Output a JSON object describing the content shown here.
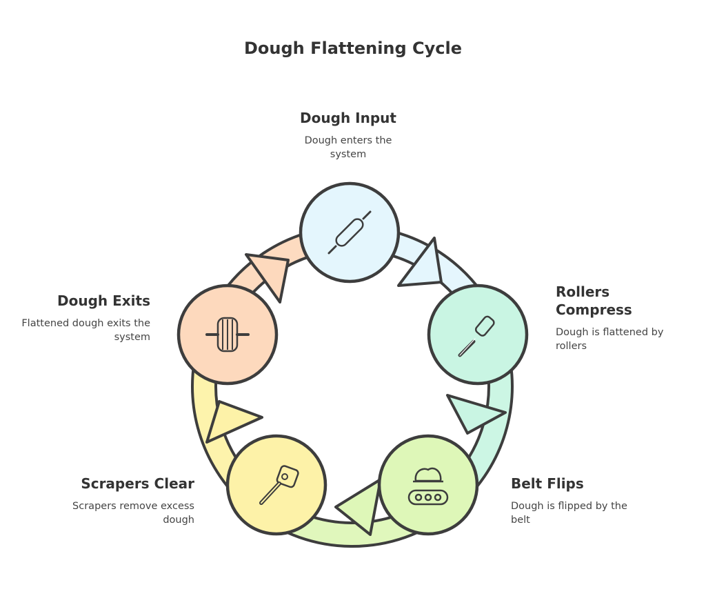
{
  "title": "Dough Flattening Cycle",
  "steps": [
    {
      "name": "Dough Input",
      "description": "Dough enters the system",
      "icon": "rolling-pin-icon",
      "fill": "#e4f6fd"
    },
    {
      "name": "Rollers Compress",
      "description": "Dough is flattened by rollers",
      "icon": "lint-roller-icon",
      "fill": "#c9f5e3"
    },
    {
      "name": "Belt Flips",
      "description": "Dough is flipped by the belt",
      "icon": "conveyor-belt-icon",
      "fill": "#def7b8"
    },
    {
      "name": "Scrapers Clear",
      "description": "Scrapers remove excess dough",
      "icon": "scraper-icon",
      "fill": "#fdf2a8"
    },
    {
      "name": "Dough Exits",
      "description": "Flattened dough exits the system",
      "icon": "roller-wheel-icon",
      "fill": "#fdd9bd"
    }
  ],
  "colors": {
    "stroke": "#3d3d3d",
    "text": "#333333"
  }
}
